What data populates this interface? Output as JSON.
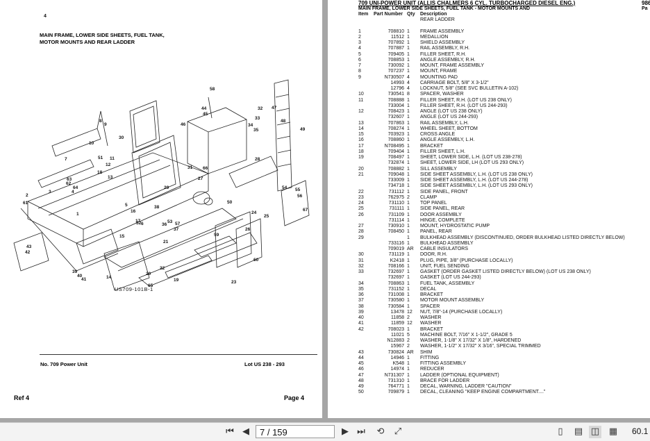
{
  "left_page": {
    "corner_mark": "4",
    "title_line1": "MAIN FRAME, LOWER SIDE SHEETS, FUEL TANK,",
    "title_line2": "MOTOR MOUNTS AND REAR LADDER",
    "figure_id": "US709-101B-1",
    "footer_left": "No. 709 Power Unit",
    "footer_right": "Lot US 238 - 293",
    "ref_label": "Ref  4",
    "page_label": "Page  4",
    "callouts": [
      "1",
      "2",
      "3",
      "4",
      "5",
      "6",
      "7",
      "8",
      "9",
      "10",
      "11",
      "12",
      "13",
      "14",
      "15",
      "16",
      "17",
      "18",
      "19",
      "20",
      "21",
      "22",
      "23",
      "24",
      "25",
      "26",
      "27",
      "28",
      "29",
      "30",
      "31",
      "32",
      "33",
      "34",
      "35",
      "36",
      "37",
      "38",
      "39",
      "40",
      "41",
      "42",
      "43",
      "44",
      "45",
      "46",
      "47",
      "48",
      "49",
      "50",
      "51",
      "52",
      "53",
      "54",
      "55",
      "56",
      "57",
      "58",
      "59",
      "60",
      "61",
      "62",
      "63",
      "64",
      "65",
      "66",
      "67"
    ]
  },
  "right_page": {
    "header_title": "709 UNI-POWER UNIT (ALLIS CHALMERS 6 CYL. TURBOCHARGED DIESEL ENG.)",
    "header_right": "986",
    "header_sub": "MAIN FRAME, LOWER SIDE SHEETS, FUEL TANK - MOTOR MOUNTS AND",
    "header_sub_right": "Pa",
    "col_item": "Item",
    "col_part": "Part Number",
    "col_qty": "Qty",
    "col_desc": "Description",
    "first_desc": "REAR LADDER",
    "rows": [
      {
        "item": "1",
        "part": "708810",
        "qty": "1",
        "desc": "FRAME ASSEMBLY"
      },
      {
        "item": "2",
        "part": "11512",
        "qty": "1",
        "desc": "MEDALLION"
      },
      {
        "item": "3",
        "part": "707892",
        "qty": "1",
        "desc": "SHIELD ASSEMBLY"
      },
      {
        "item": "4",
        "part": "707887",
        "qty": "1",
        "desc": "RAIL ASSEMBLY, R.H."
      },
      {
        "item": "5",
        "part": "709405",
        "qty": "1",
        "desc": "FILLER SHEET, R.H."
      },
      {
        "item": "6",
        "part": "708853",
        "qty": "1",
        "desc": "ANGLE ASSEMBLY, R.H."
      },
      {
        "item": "7",
        "part": "730092",
        "qty": "1",
        "desc": "MOUNT, FRAME ASSEMBLY"
      },
      {
        "item": "8",
        "part": "707237",
        "qty": "1",
        "desc": "MOUNT, FRAME"
      },
      {
        "item": "9",
        "part": "N730507",
        "qty": "4",
        "desc": "MOUNTING PAD"
      },
      {
        "item": "",
        "part": "14993",
        "qty": "4",
        "desc": "CARRIAGE BOLT, 5/8\" X 3-1/2\""
      },
      {
        "item": "",
        "part": "12796",
        "qty": "4",
        "desc": "LOCKNUT, 5/8\" (SEE SVC BULLETIN A-102)"
      },
      {
        "item": "10",
        "part": "730541",
        "qty": "8",
        "desc": "SPACER, WASHER"
      },
      {
        "item": "11",
        "part": "708888",
        "qty": "1",
        "desc": "FILLER SHEET, R.H. (LOT US 238 ONLY)"
      },
      {
        "item": "",
        "part": "733004",
        "qty": "1",
        "desc": "FILLER SHEET, R.H. (LOT US 244-293)"
      },
      {
        "item": "12",
        "part": "708423",
        "qty": "1",
        "desc": "ANGLE (LOT US 238 ONLY)"
      },
      {
        "item": "",
        "part": "732607",
        "qty": "1",
        "desc": "ANGLE (LOT US 244-293)"
      },
      {
        "item": "13",
        "part": "707863",
        "qty": "1",
        "desc": "RAIL ASSEMBLY, L.H."
      },
      {
        "item": "14",
        "part": "708274",
        "qty": "1",
        "desc": "WHEEL SHEET, BOTTOM"
      },
      {
        "item": "15",
        "part": "703923",
        "qty": "1",
        "desc": "CROSS ANGLE"
      },
      {
        "item": "16",
        "part": "708860",
        "qty": "1",
        "desc": "ANGLE ASSEMBLY, L.H."
      },
      {
        "item": "17",
        "part": "N708495",
        "qty": "1",
        "desc": "BRACKET"
      },
      {
        "item": "18",
        "part": "709404",
        "qty": "1",
        "desc": "FILLER SHEET, L.H."
      },
      {
        "item": "19",
        "part": "708497",
        "qty": "1",
        "desc": "SHEET, LOWER SIDE, L.H. (LOT US 238-278)"
      },
      {
        "item": "",
        "part": "732874",
        "qty": "1",
        "desc": "SHEET, LOWER SIDE, LH (LOT US 293 ONLY)"
      },
      {
        "item": "20",
        "part": "708882",
        "qty": "1",
        "desc": "SILL ASSEMBLY"
      },
      {
        "item": "21",
        "part": "709048",
        "qty": "1",
        "desc": "SIDE SHEET ASSEMBLY, L.H. (LOT US 238 ONLY)"
      },
      {
        "item": "",
        "part": "733009",
        "qty": "1",
        "desc": "SIDE SHEET ASSEMBLY, L.H. (LOT US 244-278)"
      },
      {
        "item": "",
        "part": "734718",
        "qty": "1",
        "desc": "SIDE SHEET ASSEMBLY, L.H. (LOT US 293 ONLY)"
      },
      {
        "item": "22",
        "part": "731112",
        "qty": "1",
        "desc": "SIDE PANEL, FRONT"
      },
      {
        "item": "23",
        "part": "762975",
        "qty": "2",
        "desc": "CLAMP"
      },
      {
        "item": "24",
        "part": "731110",
        "qty": "1",
        "desc": "TOP PANEL"
      },
      {
        "item": "25",
        "part": "731111",
        "qty": "1",
        "desc": "SIDE PANEL, REAR"
      },
      {
        "item": "26",
        "part": "731109",
        "qty": "1",
        "desc": "DOOR ASSEMBLY"
      },
      {
        "item": "",
        "part": "731114",
        "qty": "1",
        "desc": "HINGE, COMPLETE"
      },
      {
        "item": "27",
        "part": "730910",
        "qty": "1",
        "desc": "MOUNT, HYDROSTATIC PUMP"
      },
      {
        "item": "28",
        "part": "708450",
        "qty": "1",
        "desc": "PANEL, REAR"
      },
      {
        "item": "29",
        "part": "",
        "qty": "1",
        "desc": "BULKHEAD ASSEMBLY (DISCONTINUED, ORDER BULKHEAD LISTED DIRECTLY BELOW)"
      },
      {
        "item": "",
        "part": "733116",
        "qty": "1",
        "desc": "BULKHEAD ASSEMBLY"
      },
      {
        "item": "",
        "part": "709019",
        "qty": "AR",
        "desc": "CABLE INSULATORS"
      },
      {
        "item": "30",
        "part": "731119",
        "qty": "1",
        "desc": "DOOR, R.H."
      },
      {
        "item": "31",
        "part": "K2418",
        "qty": "1",
        "desc": "PLUG, PIPE, 3/8\" (PURCHASE LOCALLY)"
      },
      {
        "item": "32",
        "part": "708166",
        "qty": "1",
        "desc": "UNIT, FUEL SENDING"
      },
      {
        "item": "33",
        "part": "732697",
        "qty": "1",
        "desc": "GASKET (ORDER GASKET LISTED DIRECTLY BELOW) (LOT US 238 ONLY)"
      },
      {
        "item": "",
        "part": "732697",
        "qty": "1",
        "desc": "GASKET (LOT US 244-293)"
      },
      {
        "item": "34",
        "part": "708863",
        "qty": "1",
        "desc": "FUEL TANK, ASSEMBLY"
      },
      {
        "item": "35",
        "part": "731152",
        "qty": "1",
        "desc": "DECAL"
      },
      {
        "item": "36",
        "part": "731008",
        "qty": "1",
        "desc": "BRACKET"
      },
      {
        "item": "37",
        "part": "730580",
        "qty": "1",
        "desc": "MOTOR MOUNT ASSEMBLY"
      },
      {
        "item": "38",
        "part": "730584",
        "qty": "1",
        "desc": "SPACER"
      },
      {
        "item": "39",
        "part": "13478",
        "qty": "12",
        "desc": "NUT, 7/8\"-14 (PURCHASE LOCALLY)"
      },
      {
        "item": "40",
        "part": "11858",
        "qty": "2",
        "desc": "WASHER"
      },
      {
        "item": "41",
        "part": "11859",
        "qty": "12",
        "desc": "WASHER"
      },
      {
        "item": "42",
        "part": "708023",
        "qty": "1",
        "desc": "BRACKET"
      },
      {
        "item": "",
        "part": "11021",
        "qty": "5",
        "desc": "MACHINE BOLT, 7/16\" X 1-1/2\", GRADE 5"
      },
      {
        "item": "",
        "part": "N12883",
        "qty": "2",
        "desc": "WASHER, 1-1/8\" X 17/32\" X 1/8\", HARDENED"
      },
      {
        "item": "",
        "part": "15967",
        "qty": "2",
        "desc": "WASHER, 1-1/2\" X 17/32\" X 3/16\", SPECIAL TRIMMED"
      },
      {
        "item": "43",
        "part": "730824",
        "qty": "AR",
        "desc": "SHIM"
      },
      {
        "item": "44",
        "part": "14946",
        "qty": "1",
        "desc": "FITTING"
      },
      {
        "item": "45",
        "part": "K548",
        "qty": "1",
        "desc": "FITTING ASSEMBLY"
      },
      {
        "item": "46",
        "part": "14974",
        "qty": "1",
        "desc": "REDUCER"
      },
      {
        "item": "47",
        "part": "N731307",
        "qty": "1",
        "desc": "LADDER (OPTIONAL EQUIPMENT)"
      },
      {
        "item": "48",
        "part": "731310",
        "qty": "1",
        "desc": "BRACE FOR LADDER"
      },
      {
        "item": "49",
        "part": "764771",
        "qty": "1",
        "desc": "DECAL, WARNING, LADDER \"CAUTION\""
      },
      {
        "item": "50",
        "part": "709879",
        "qty": "1",
        "desc": "DECAL, CLEANING \"KEEP ENGINE COMPARTMENT....\""
      }
    ]
  },
  "toolbar": {
    "page_value": "7 / 159",
    "zoom": "60.1",
    "icons": [
      "first-page-icon",
      "previous-page-icon",
      "next-page-icon",
      "last-page-icon",
      "rotate-icon",
      "fit-page-icon",
      "single-page-icon",
      "two-page-icon",
      "scroll-icon",
      "thumbnail-icon"
    ]
  }
}
